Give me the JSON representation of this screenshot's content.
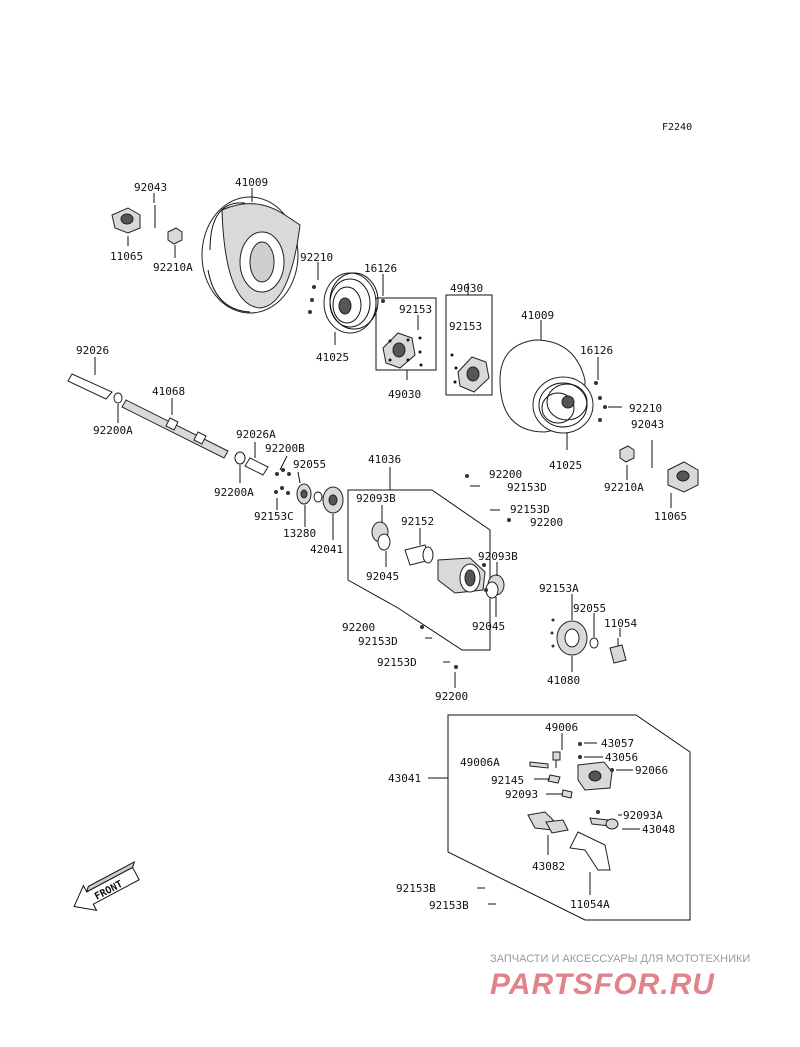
{
  "figure_code": "F2240",
  "front_label": "FRONT",
  "labels": {
    "l92043a": "92043",
    "l41009a": "41009",
    "l11065a": "11065",
    "l92210Aa": "92210A",
    "l92210a": "92210",
    "l16126a": "16126",
    "l41025a": "41025",
    "l92153a": "92153",
    "l49030a": "49030",
    "l49030b": "49030",
    "l92153b": "92153",
    "l41009b": "41009",
    "l16126b": "16126",
    "l92210b": "92210",
    "l41025b": "41025",
    "l92043b": "92043",
    "l92210Ab": "92210A",
    "l11065b": "11065",
    "l92026": "92026",
    "l92200Aa": "92200A",
    "l41068": "41068",
    "l92026A": "92026A",
    "l92200B": "92200B",
    "l92200Ab": "92200A",
    "l92055a": "92055",
    "l92153C": "92153C",
    "l13280": "13280",
    "l42041": "42041",
    "l41036": "41036",
    "l92093Ba": "92093B",
    "l92152": "92152",
    "l92045a": "92045",
    "l92200a": "92200",
    "l92153Da": "92153D",
    "l92153Db": "92153D",
    "l92200b": "92200",
    "l92093Bb": "92093B",
    "l92045b": "92045",
    "l92153A": "92153A",
    "l92055b": "92055",
    "l11054": "11054",
    "l41080": "41080",
    "l92200c": "92200",
    "l92153Dc": "92153D",
    "l92153Dd": "92153D",
    "l92200d": "92200",
    "l43041": "43041",
    "l49006": "49006",
    "l43057": "43057",
    "l49006A": "49006A",
    "l43056": "43056",
    "l92066": "92066",
    "l92145": "92145",
    "l92093": "92093",
    "l92093A": "92093A",
    "l43048": "43048",
    "l43082": "43082",
    "l11054A": "11054A",
    "l92153Ba": "92153B",
    "l92153Bb": "92153B"
  },
  "watermark": {
    "tagline": "ЗАПЧАСТИ И АКСЕССУАРЫ ДЛЯ МОТОТЕХНИКИ",
    "brand": "PARTSFOR.RU"
  }
}
